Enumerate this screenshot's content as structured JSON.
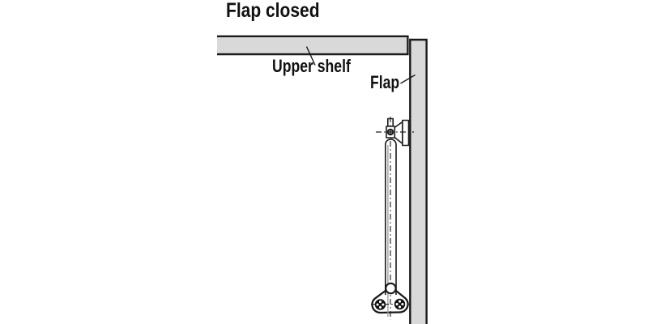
{
  "title": "Flap closed",
  "diagram": {
    "upper_shelf_label": "Upper shelf",
    "flap_label": "Flap"
  },
  "colors": {
    "background": "#ffffff",
    "panel_fill": "#d9d9d9",
    "outline": "#1a1a1a",
    "centerline": "#222222",
    "shading": "#9a9a9a",
    "text": "#111111",
    "screw_fill": "#111111"
  }
}
